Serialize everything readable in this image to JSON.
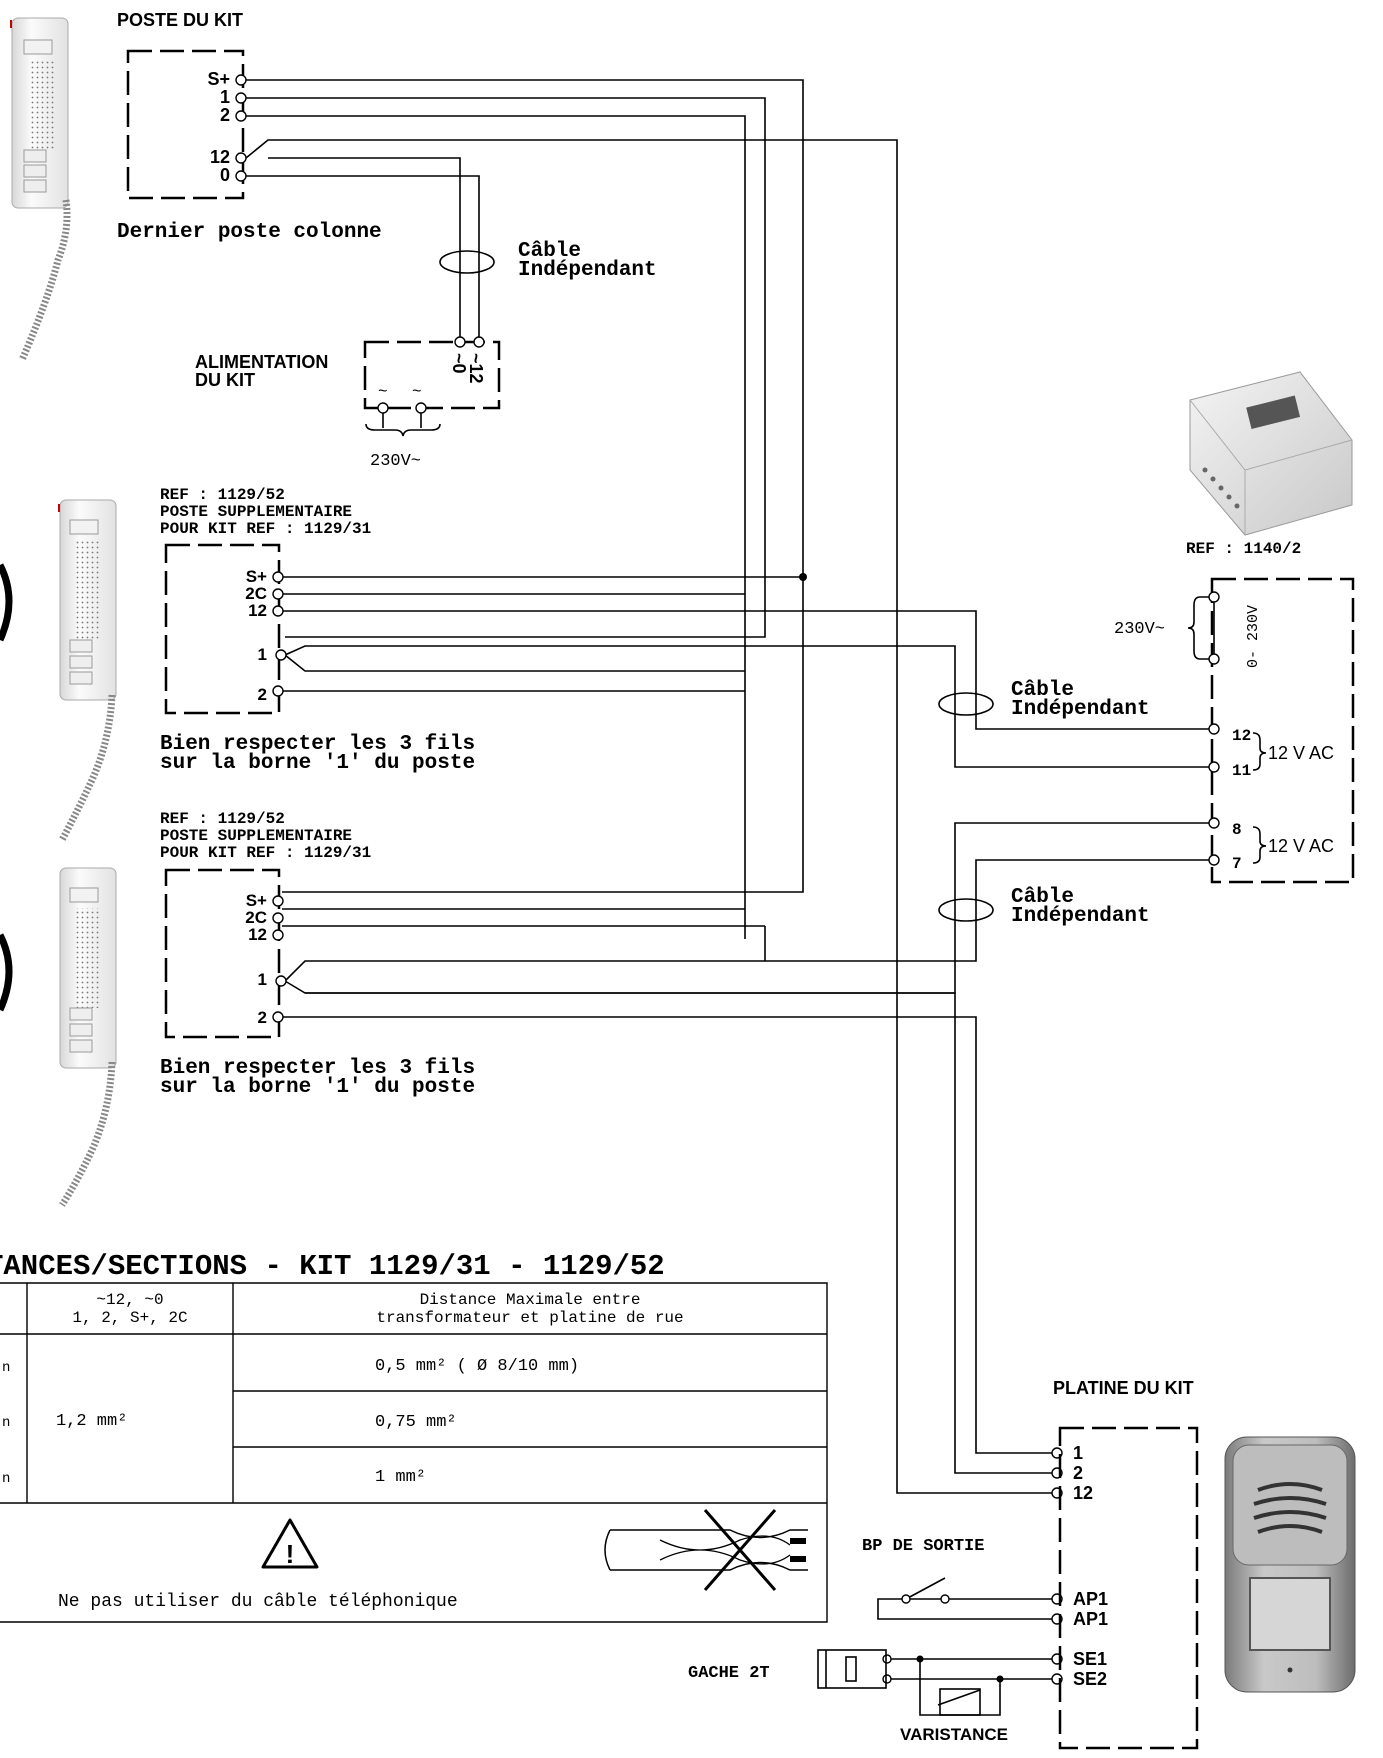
{
  "kit_station": {
    "title": "POSTE DU KIT",
    "terminals": [
      "S+",
      "1",
      "2",
      "12",
      "0"
    ],
    "note": "Dernier poste colonne"
  },
  "cable_labels": {
    "line1": "Câble",
    "line2": "Indépendant"
  },
  "power_supply": {
    "title_line1": "ALIMENTATION",
    "title_line2": "DU KIT",
    "terminal_top_1": "~0",
    "terminal_top_2": "~12",
    "ac_symbol": "~",
    "voltage": "230V~"
  },
  "extra_stations": [
    {
      "ref_line1": "REF : 1129/52",
      "ref_line2": "POSTE SUPPLEMENTAIRE",
      "ref_line3": "POUR KIT REF : 1129/31",
      "terminals": [
        "S+",
        "2C",
        "12",
        "1",
        "2"
      ],
      "note_line1": "Bien respecter les 3 fils",
      "note_line2": "sur la borne '1' du poste"
    },
    {
      "ref_line1": "REF : 1129/52",
      "ref_line2": "POSTE SUPPLEMENTAIRE",
      "ref_line3": "POUR KIT REF : 1129/31",
      "terminals": [
        "S+",
        "2C",
        "12",
        "1",
        "2"
      ],
      "note_line1": "Bien respecter les 3 fils",
      "note_line2": "sur la borne '1' du poste"
    }
  ],
  "transformer": {
    "ref": "REF : 1140/2",
    "input_label": "230V~",
    "input_range": "0- 230V",
    "outputs": [
      "12",
      "11",
      "8",
      "7"
    ],
    "output_voltage": "12 V AC"
  },
  "door_panel": {
    "title": "PLATINE DU KIT",
    "terminals": [
      "1",
      "2",
      "12",
      "AP1",
      "AP1",
      "SE1",
      "SE2"
    ],
    "exit_button": "BP DE SORTIE",
    "lock": "GACHE 2T",
    "varistor": "VARISTANCE"
  },
  "table": {
    "title": "TANCES/SECTIONS - KIT 1129/31 - 1129/52",
    "header_col1_line1": "~12, ~0",
    "header_col1_line2": "1, 2, S+, 2C",
    "header_col2_line1": "Distance Maximale entre",
    "header_col2_line2": "transformateur et platine de rue",
    "left_cut": "n",
    "col1_value": "1,2 mm²",
    "rows": [
      "0,5 mm² ( Ø 8/10 mm)",
      "0,75 mm²",
      "1 mm²"
    ],
    "warning_symbol": "!",
    "warning": "Ne pas utiliser du câble téléphonique"
  }
}
